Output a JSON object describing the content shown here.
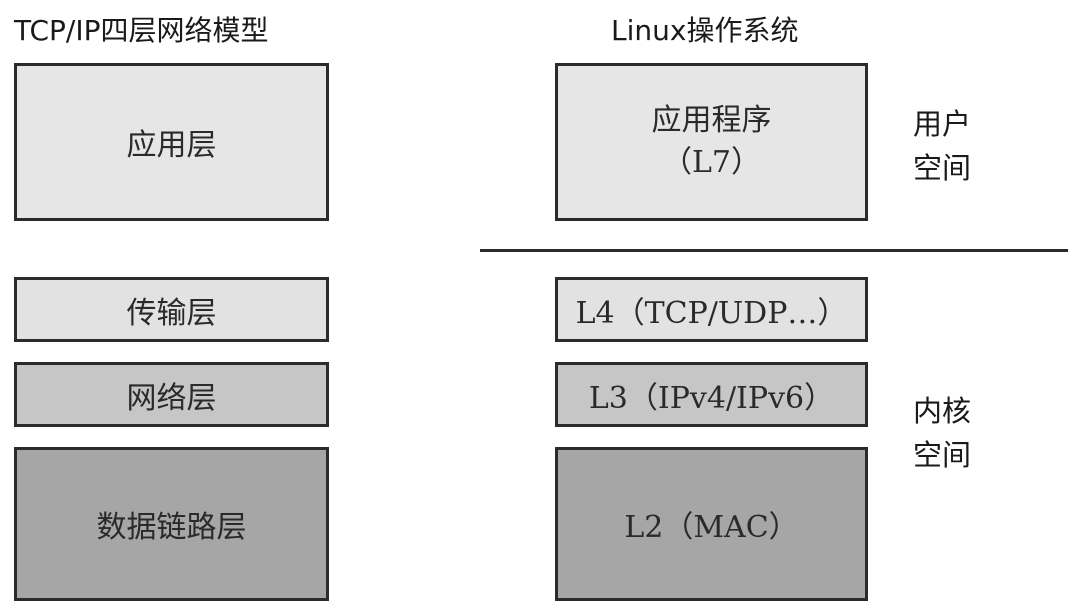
{
  "headings": {
    "left": "TCP/IP四层网络模型",
    "right": "Linux操作系统"
  },
  "tcpip_layers": [
    {
      "label": "应用层",
      "fill": "#e6e6e6"
    },
    {
      "label": "传输层",
      "fill": "#e2e2e2"
    },
    {
      "label": "网络层",
      "fill": "#c6c6c6"
    },
    {
      "label": "数据链路层",
      "fill": "#a6a6a6"
    }
  ],
  "linux_layers": [
    {
      "line1": "应用程序",
      "line2": "（L7）",
      "fill": "#e6e6e6"
    },
    {
      "line1": "L4（TCP/UDP…）",
      "fill": "#e2e2e2"
    },
    {
      "line1": "L3（IPv4/IPv6）",
      "fill": "#c6c6c6"
    },
    {
      "line1": "L2（MAC）",
      "fill": "#a6a6a6"
    }
  ],
  "spaces": {
    "user": {
      "line1": "用户",
      "line2": "空间"
    },
    "kernel": {
      "line1": "内核",
      "line2": "空间"
    }
  }
}
